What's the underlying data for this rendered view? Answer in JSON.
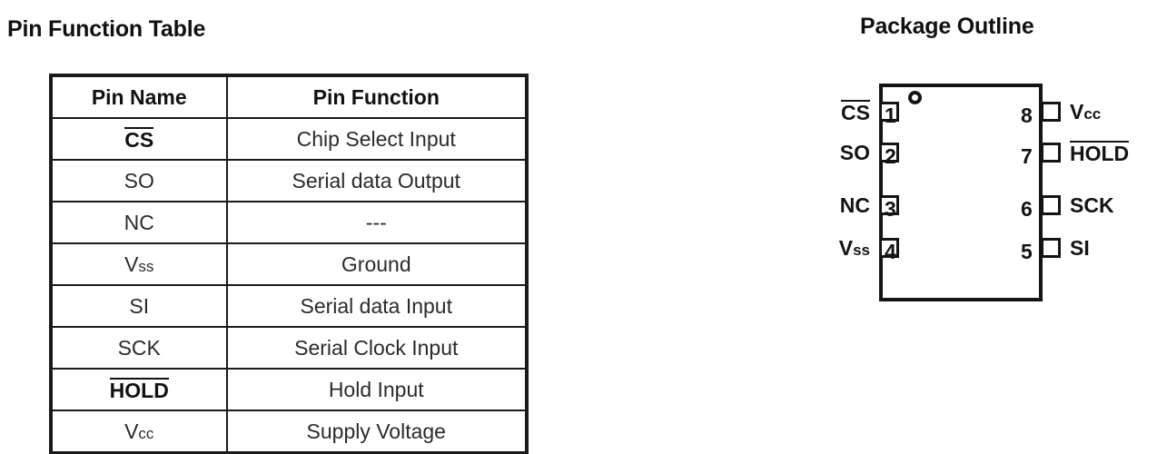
{
  "table_section": {
    "title": "Pin Function Table",
    "columns": [
      "Pin Name",
      "Pin Function"
    ],
    "rows": [
      {
        "pin_name": "CS",
        "overline": true,
        "pin_function": "Chip Select Input"
      },
      {
        "pin_name": "SO",
        "overline": false,
        "pin_function": "Serial data Output"
      },
      {
        "pin_name": "NC",
        "overline": false,
        "pin_function": "---"
      },
      {
        "pin_name": "Vss",
        "overline": false,
        "pin_function": "Ground"
      },
      {
        "pin_name": "SI",
        "overline": false,
        "pin_function": "Serial data Input"
      },
      {
        "pin_name": "SCK",
        "overline": false,
        "pin_function": "Serial Clock Input"
      },
      {
        "pin_name": "HOLD",
        "overline": true,
        "pin_function": "Hold Input"
      },
      {
        "pin_name": "Vcc",
        "overline": false,
        "pin_function": "Supply Voltage"
      }
    ]
  },
  "package_section": {
    "title": "Package Outline",
    "pin1_marker": "pin1-dot-circle",
    "left_pins": [
      {
        "number": "1",
        "label": "CS",
        "overline": true
      },
      {
        "number": "2",
        "label": "SO",
        "overline": false
      },
      {
        "number": "3",
        "label": "NC",
        "overline": false
      },
      {
        "number": "4",
        "label": "Vss",
        "overline": false
      }
    ],
    "right_pins": [
      {
        "number": "8",
        "label": "Vcc",
        "overline": false
      },
      {
        "number": "7",
        "label": "HOLD",
        "overline": true
      },
      {
        "number": "6",
        "label": "SCK",
        "overline": false
      },
      {
        "number": "5",
        "label": "SI",
        "overline": false
      }
    ]
  },
  "colors": {
    "ink": "#1a1a1a",
    "background": "#ffffff"
  }
}
